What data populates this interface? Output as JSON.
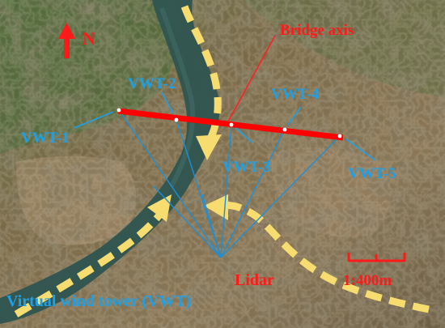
{
  "north_label": "N",
  "bridge_label": "Bridge axis",
  "towers": [
    {
      "name": "VWT-1"
    },
    {
      "name": "VWT-2"
    },
    {
      "name": "VWT-3"
    },
    {
      "name": "VWT-4"
    },
    {
      "name": "VWT-5"
    }
  ],
  "lidar_label": "Lidar",
  "scale_label": "1:400m",
  "legend_label": "Virtual wind tower (VWT)",
  "colors": {
    "bridge": "#ff0000",
    "beam": "#1e8fd6",
    "wind_arrow": "#f7dc6f",
    "label_blue": "#1ea0e6",
    "label_red": "#ff1a1a"
  }
}
